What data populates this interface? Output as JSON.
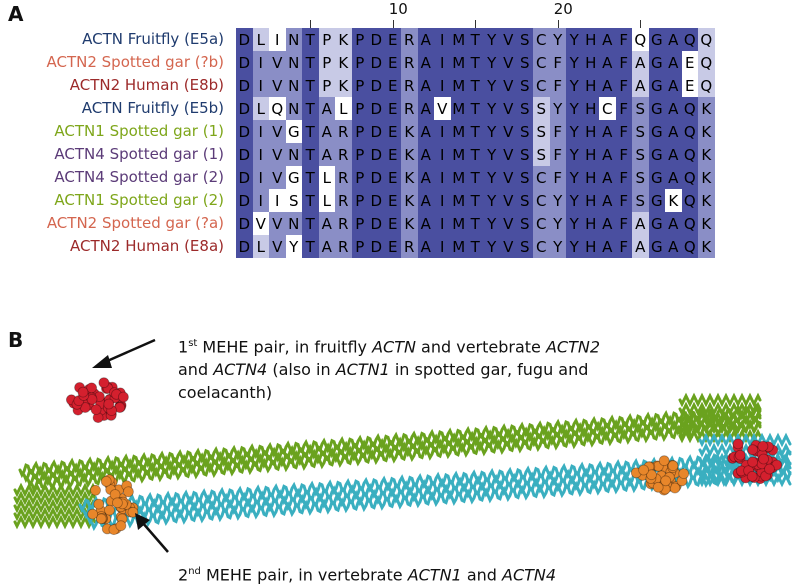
{
  "panels": {
    "a": "A",
    "b": "B"
  },
  "ruler": [
    {
      "pos": 4,
      "label": ""
    },
    {
      "pos": 9,
      "label": "10"
    },
    {
      "pos": 14,
      "label": ""
    },
    {
      "pos": 19,
      "label": "20"
    },
    {
      "pos": 24,
      "label": ""
    }
  ],
  "sequences": [
    {
      "label": "ACTN Fruitfly (E5a)",
      "color": "#1f3b6e",
      "seq": "DLINTPKPDERAIMTYVSCYYHAFQGAQQ"
    },
    {
      "label": "ACTN2 Spotted gar (?b)",
      "color": "#d4664f",
      "seq": "DIVNTPKPDERAIMTYVSCFYHAFAGAEQ"
    },
    {
      "label": "ACTN2 Human (E8b)",
      "color": "#9c2a2a",
      "seq": "DIVNTPKPDERAIMTYVSCFYHAFAGAEQ"
    },
    {
      "label": "ACTN Fruitfly (E5b)",
      "color": "#1f3b6e",
      "seq": "DLQNTALPDERAVMTYVSSYYHCFSGAQK"
    },
    {
      "label": "ACTN1 Spotted gar (1)",
      "color": "#7ea61a",
      "seq": "DIVGTARPDEKAIMTYVSSFYHAFSGAQK"
    },
    {
      "label": "ACTN4 Spotted gar (1)",
      "color": "#5b3b78",
      "seq": "DIVNTARPDEKAIMTYVSSFYHAFSGAQK"
    },
    {
      "label": "ACTN4 Spotted gar (2)",
      "color": "#5b3b78",
      "seq": "DIVGTLRPDEKAIMTYVSCFYHAFSGAQK"
    },
    {
      "label": "ACTN1 Spotted gar (2)",
      "color": "#7ea61a",
      "seq": "DIISTLRPDEKAIMTYVSCYYHAFSGKQK"
    },
    {
      "label": "ACTN2 Spotted gar (?a)",
      "color": "#d4664f",
      "seq": "DVVNTARPDEKAIMTYVSCYYHAFAGAQK"
    },
    {
      "label": "ACTN2 Human (E8a)",
      "color": "#9c2a2a",
      "seq": "DLVYTARPDERAIMTYVSCYYHAFAGAQK"
    }
  ],
  "shading": {
    "dark": "#4a4fa0",
    "mid": "#8a8ec6",
    "light": "#c8cae6",
    "none": "#ffffff"
  },
  "captions": {
    "first_pair": {
      "line1_pre": "1",
      "line1_sup": "st",
      "line1_mid": " MEHE pair, in fruitfly ",
      "line1_gene1": "ACTN",
      "line1_mid2": " and vertebrate ",
      "line1_gene2": "ACTN2",
      "line2_pre": "and ",
      "line2_gene": "ACTN4",
      "line2_mid": " (also in ",
      "line2_gene2": "ACTN1",
      "line2_post": " in spotted gar, fugu and",
      "line3": "coelacanth)"
    },
    "second_pair": {
      "pre": "2",
      "sup": "nd",
      "mid": " MEHE pair, in vertebrate ",
      "gene1": "ACTN1",
      "mid2": " and ",
      "gene2": "ACTN4"
    }
  },
  "structure_colors": {
    "chain_green": "#6aa21e",
    "chain_cyan": "#3aafc0",
    "pair1": "#d4202e",
    "pair2": "#e8862a"
  }
}
